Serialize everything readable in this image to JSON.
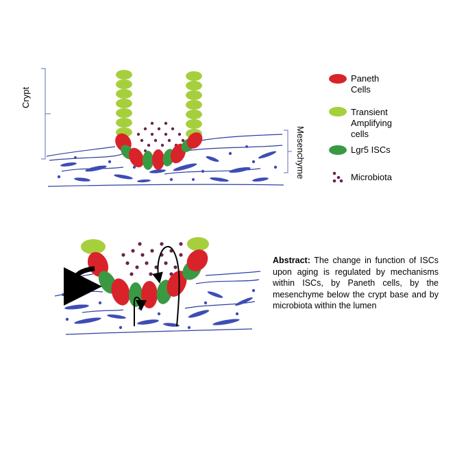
{
  "labels": {
    "crypt": "Crypt",
    "mesenchyme": "Mesenchyme"
  },
  "legend": [
    {
      "key": "paneth",
      "label": "Paneth Cells",
      "color": "#d9232a"
    },
    {
      "key": "ta",
      "label": "Transient Amplifying cells",
      "color": "#a6cf3d"
    },
    {
      "key": "lgr5",
      "label": "Lgr5 ISCs",
      "color": "#3a9a43"
    },
    {
      "key": "microbiota",
      "label": "Microbiota",
      "color": "#6b2150"
    }
  ],
  "abstract": {
    "heading": "Abstract:",
    "text": " The change in function of ISCs upon aging is regulated by mechanisms within ISCs, by Paneth cells, by the mesenchyme below the crypt base and by microbiota within the lumen"
  },
  "colors": {
    "mesenchyme_line": "#2d3fa0",
    "mesenchyme_cell": "#3e4db5",
    "arrow": "#000000"
  }
}
